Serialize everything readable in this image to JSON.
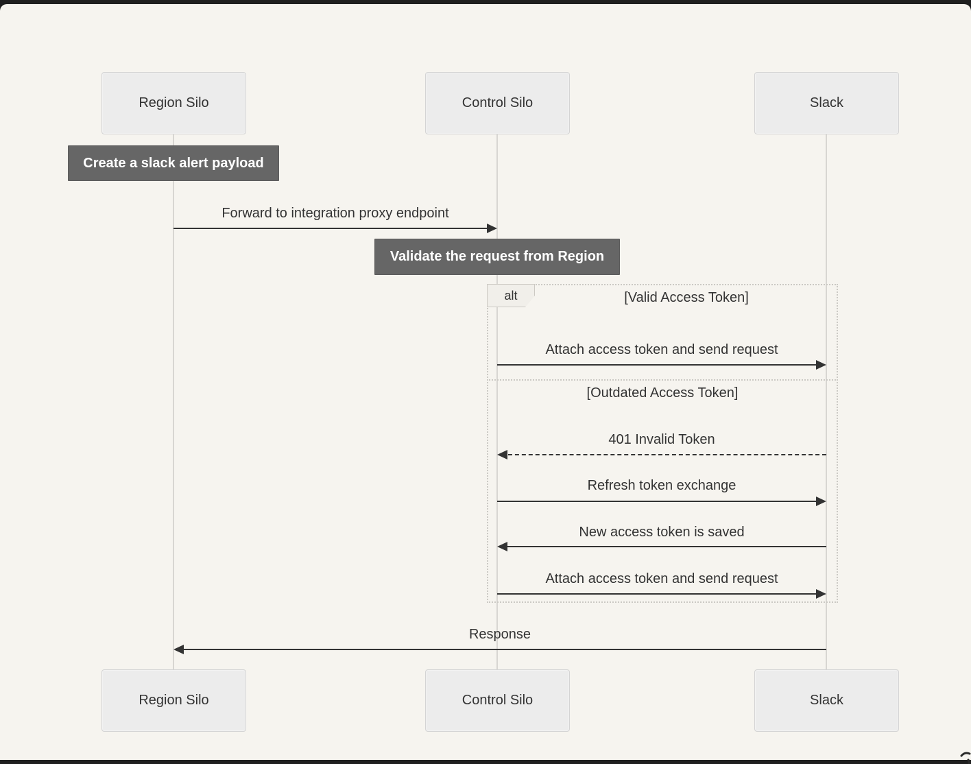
{
  "diagram_type": "sequence-diagram",
  "actors": [
    {
      "name": "Region Silo"
    },
    {
      "name": "Control Silo"
    },
    {
      "name": "Slack"
    }
  ],
  "notes": [
    {
      "text": "Create a slack alert payload",
      "over": "Region Silo"
    },
    {
      "text": "Validate the request from Region",
      "over": "Control Silo"
    }
  ],
  "messages": {
    "forward": {
      "label": "Forward to integration proxy endpoint",
      "from": "Region Silo",
      "to": "Control Silo",
      "style": "solid"
    },
    "attach1": {
      "label": "Attach access token and send request",
      "from": "Control Silo",
      "to": "Slack",
      "style": "solid"
    },
    "invalid": {
      "label": "401 Invalid Token",
      "from": "Slack",
      "to": "Control Silo",
      "style": "dashed"
    },
    "refresh": {
      "label": "Refresh token exchange",
      "from": "Control Silo",
      "to": "Slack",
      "style": "solid"
    },
    "saved": {
      "label": "New access token is saved",
      "from": "Slack",
      "to": "Control Silo",
      "style": "solid"
    },
    "attach2": {
      "label": "Attach access token and send request",
      "from": "Control Silo",
      "to": "Slack",
      "style": "solid"
    },
    "response": {
      "label": "Response",
      "from": "Slack",
      "to": "Region Silo",
      "style": "solid"
    }
  },
  "alt_block": {
    "label": "alt",
    "conditions": [
      "[Valid Access Token]",
      "[Outdated Access Token]"
    ]
  },
  "colors": {
    "page_background": "#f6f4ef",
    "top_bar": "#1f1f1f",
    "actor_fill": "#ececec",
    "actor_border": "#d4d4d4",
    "note_fill": "#666666",
    "note_text": "#ffffff",
    "line": "#333333",
    "lifeline": "#d8d6d2",
    "alt_border": "#cbc9c4"
  }
}
